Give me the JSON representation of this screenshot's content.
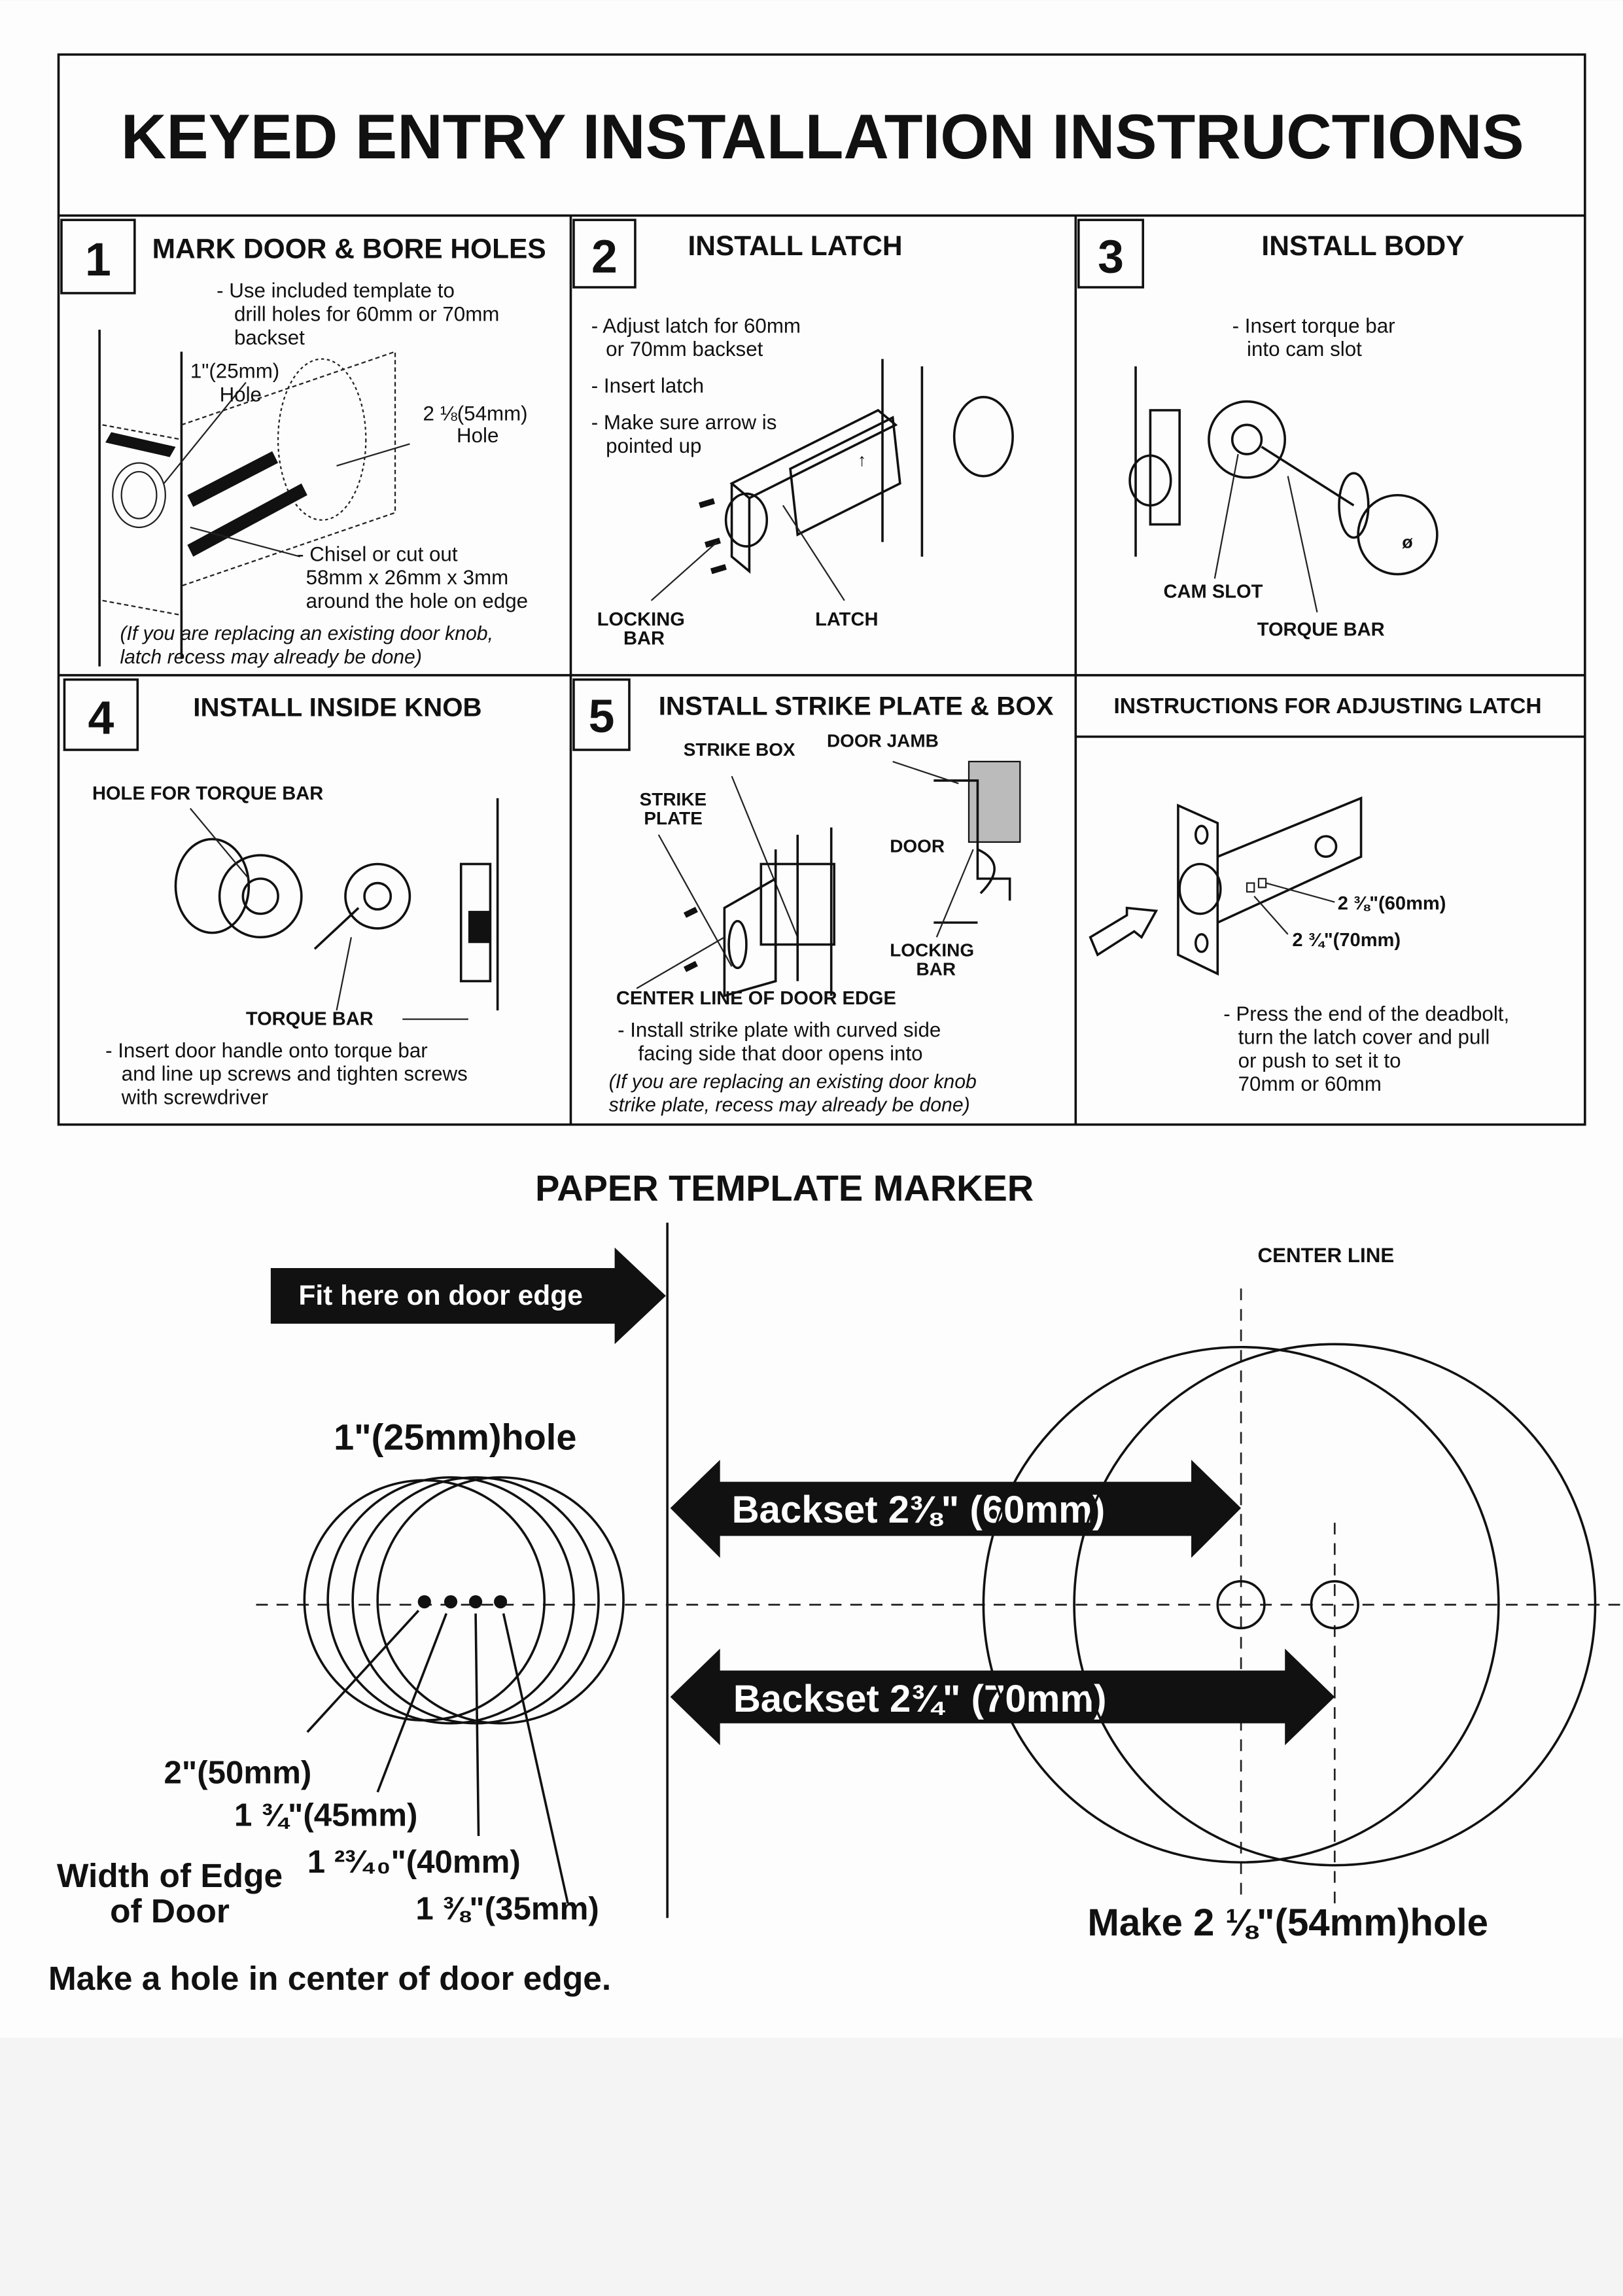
{
  "title": "KEYED ENTRY INSTALLATION INSTRUCTIONS",
  "steps": [
    {
      "number": "1",
      "heading": "MARK DOOR & BORE HOLES",
      "lines": [
        "- Use included template to",
        "drill holes for 60mm or 70mm",
        "backset"
      ],
      "labels": {
        "small_hole_1": "1\"(25mm)",
        "small_hole_2": "Hole",
        "big_hole_1": "2 ⅛(54mm)",
        "big_hole_2": "Hole"
      },
      "chisel": [
        "- Chisel or cut out",
        "58mm x 26mm x 3mm",
        "around the hole on edge"
      ],
      "note": [
        "(If you are replacing an existing door knob,",
        "latch recess may already be done)"
      ]
    },
    {
      "number": "2",
      "heading": "INSTALL LATCH",
      "lines": [
        "- Adjust latch for 60mm",
        "or 70mm backset",
        "- Insert latch",
        "- Make sure arrow is",
        "pointed up"
      ],
      "labels": {
        "locking_bar_1": "LOCKING",
        "locking_bar_2": "BAR",
        "latch": "LATCH"
      }
    },
    {
      "number": "3",
      "heading": "INSTALL BODY",
      "lines": [
        "- Insert torque bar",
        "into cam slot"
      ],
      "labels": {
        "cam_slot": "CAM SLOT",
        "torque_bar": "TORQUE BAR"
      }
    },
    {
      "number": "4",
      "heading": "INSTALL INSIDE KNOB",
      "labels": {
        "hole": "HOLE FOR TORQUE BAR",
        "torque_bar": "TORQUE BAR"
      },
      "lines": [
        "- Insert door handle onto torque bar",
        "and line up screws and tighten screws",
        "with screwdriver"
      ]
    },
    {
      "number": "5",
      "heading": "INSTALL STRIKE PLATE & BOX",
      "labels": {
        "strike_box": "STRIKE BOX",
        "door_jamb": "DOOR JAMB",
        "strike_plate_1": "STRIKE",
        "strike_plate_2": "PLATE",
        "door": "DOOR",
        "locking_bar_1": "LOCKING",
        "locking_bar_2": "BAR",
        "center_line": "CENTER LINE OF DOOR EDGE"
      },
      "lines": [
        "- Install strike plate with curved side",
        "facing side that door opens into"
      ],
      "note": [
        "(If you are replacing an existing door knob",
        "strike plate, recess may already be done)"
      ]
    }
  ],
  "adjust": {
    "heading": "INSTRUCTIONS FOR ADJUSTING LATCH",
    "label_60": "2 ⅜\"(60mm)",
    "label_70": "2 ¾\"(70mm)",
    "lines": [
      "- Press the end of the deadbolt,",
      "turn the latch cover and pull",
      "or push to set it to",
      "70mm or 60mm"
    ]
  },
  "template": {
    "heading": "PAPER TEMPLATE MARKER",
    "fit_label": "Fit here on door edge",
    "center_line": "CENTER LINE",
    "hole_25": "1\"(25mm)hole",
    "backset_60": "Backset 2⅜\" (60mm)",
    "backset_70": "Backset 2¾\" (70mm)",
    "w50": "2\"(50mm)",
    "w45": "1 ¾\"(45mm)",
    "w40": "1 ²³⁄₄₀\"(40mm)",
    "w35": "1 ⅜\"(35mm)",
    "width_label_1": "Width of Edge",
    "width_label_2": "of Door",
    "center_note": "Make a hole in center of door edge.",
    "hole_54": "Make 2 ⅛\"(54mm)hole"
  }
}
